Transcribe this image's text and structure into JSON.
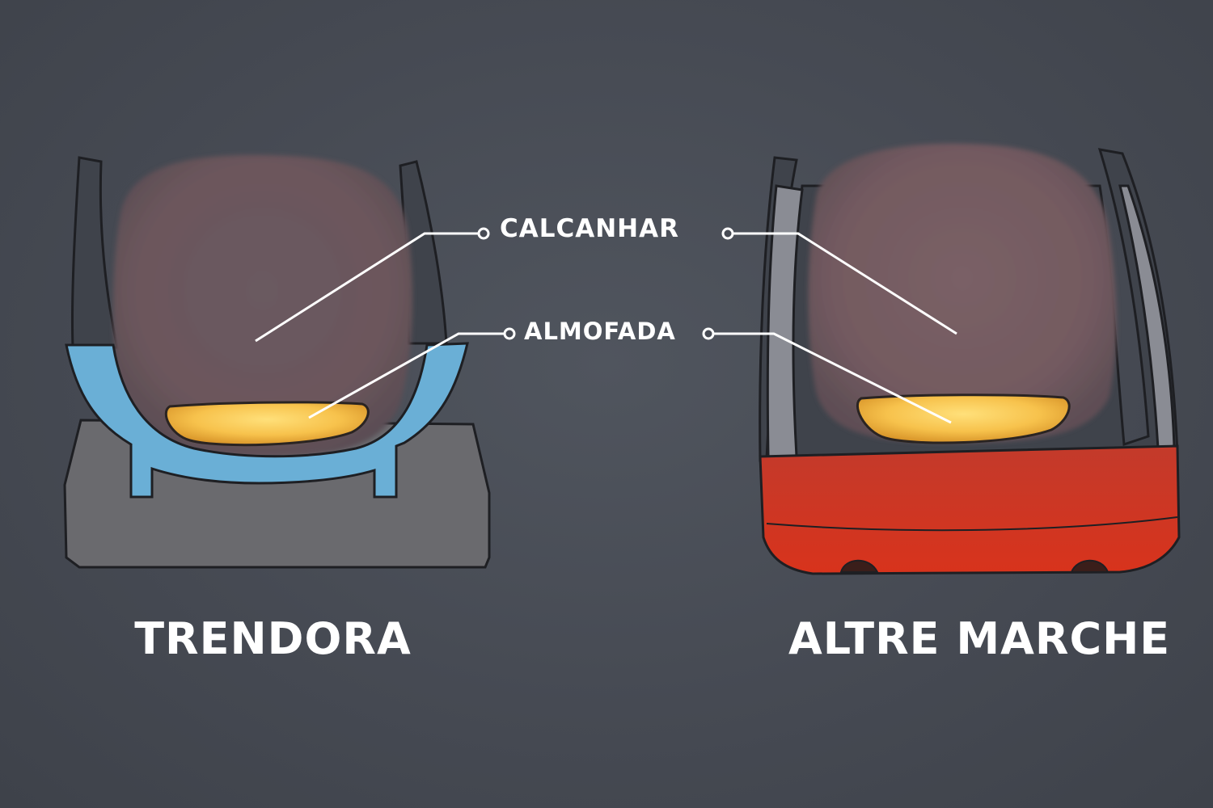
{
  "callouts": {
    "heel": "CALCANHAR",
    "cushion": "ALMOFADA"
  },
  "brands": {
    "left": "TRENDORA",
    "right": "ALTRE MARCHE"
  },
  "colors": {
    "background": "#474b54",
    "heel_skin": "#6f5a60",
    "cushion": "#f6c04a",
    "trendora_heel_cup": "#6aafd6",
    "trendora_sole": "#6a6a6e",
    "other_shoe_sole": "#c8321f",
    "shoe_outline": "#1e1f23",
    "callout_line": "#ffffff"
  }
}
